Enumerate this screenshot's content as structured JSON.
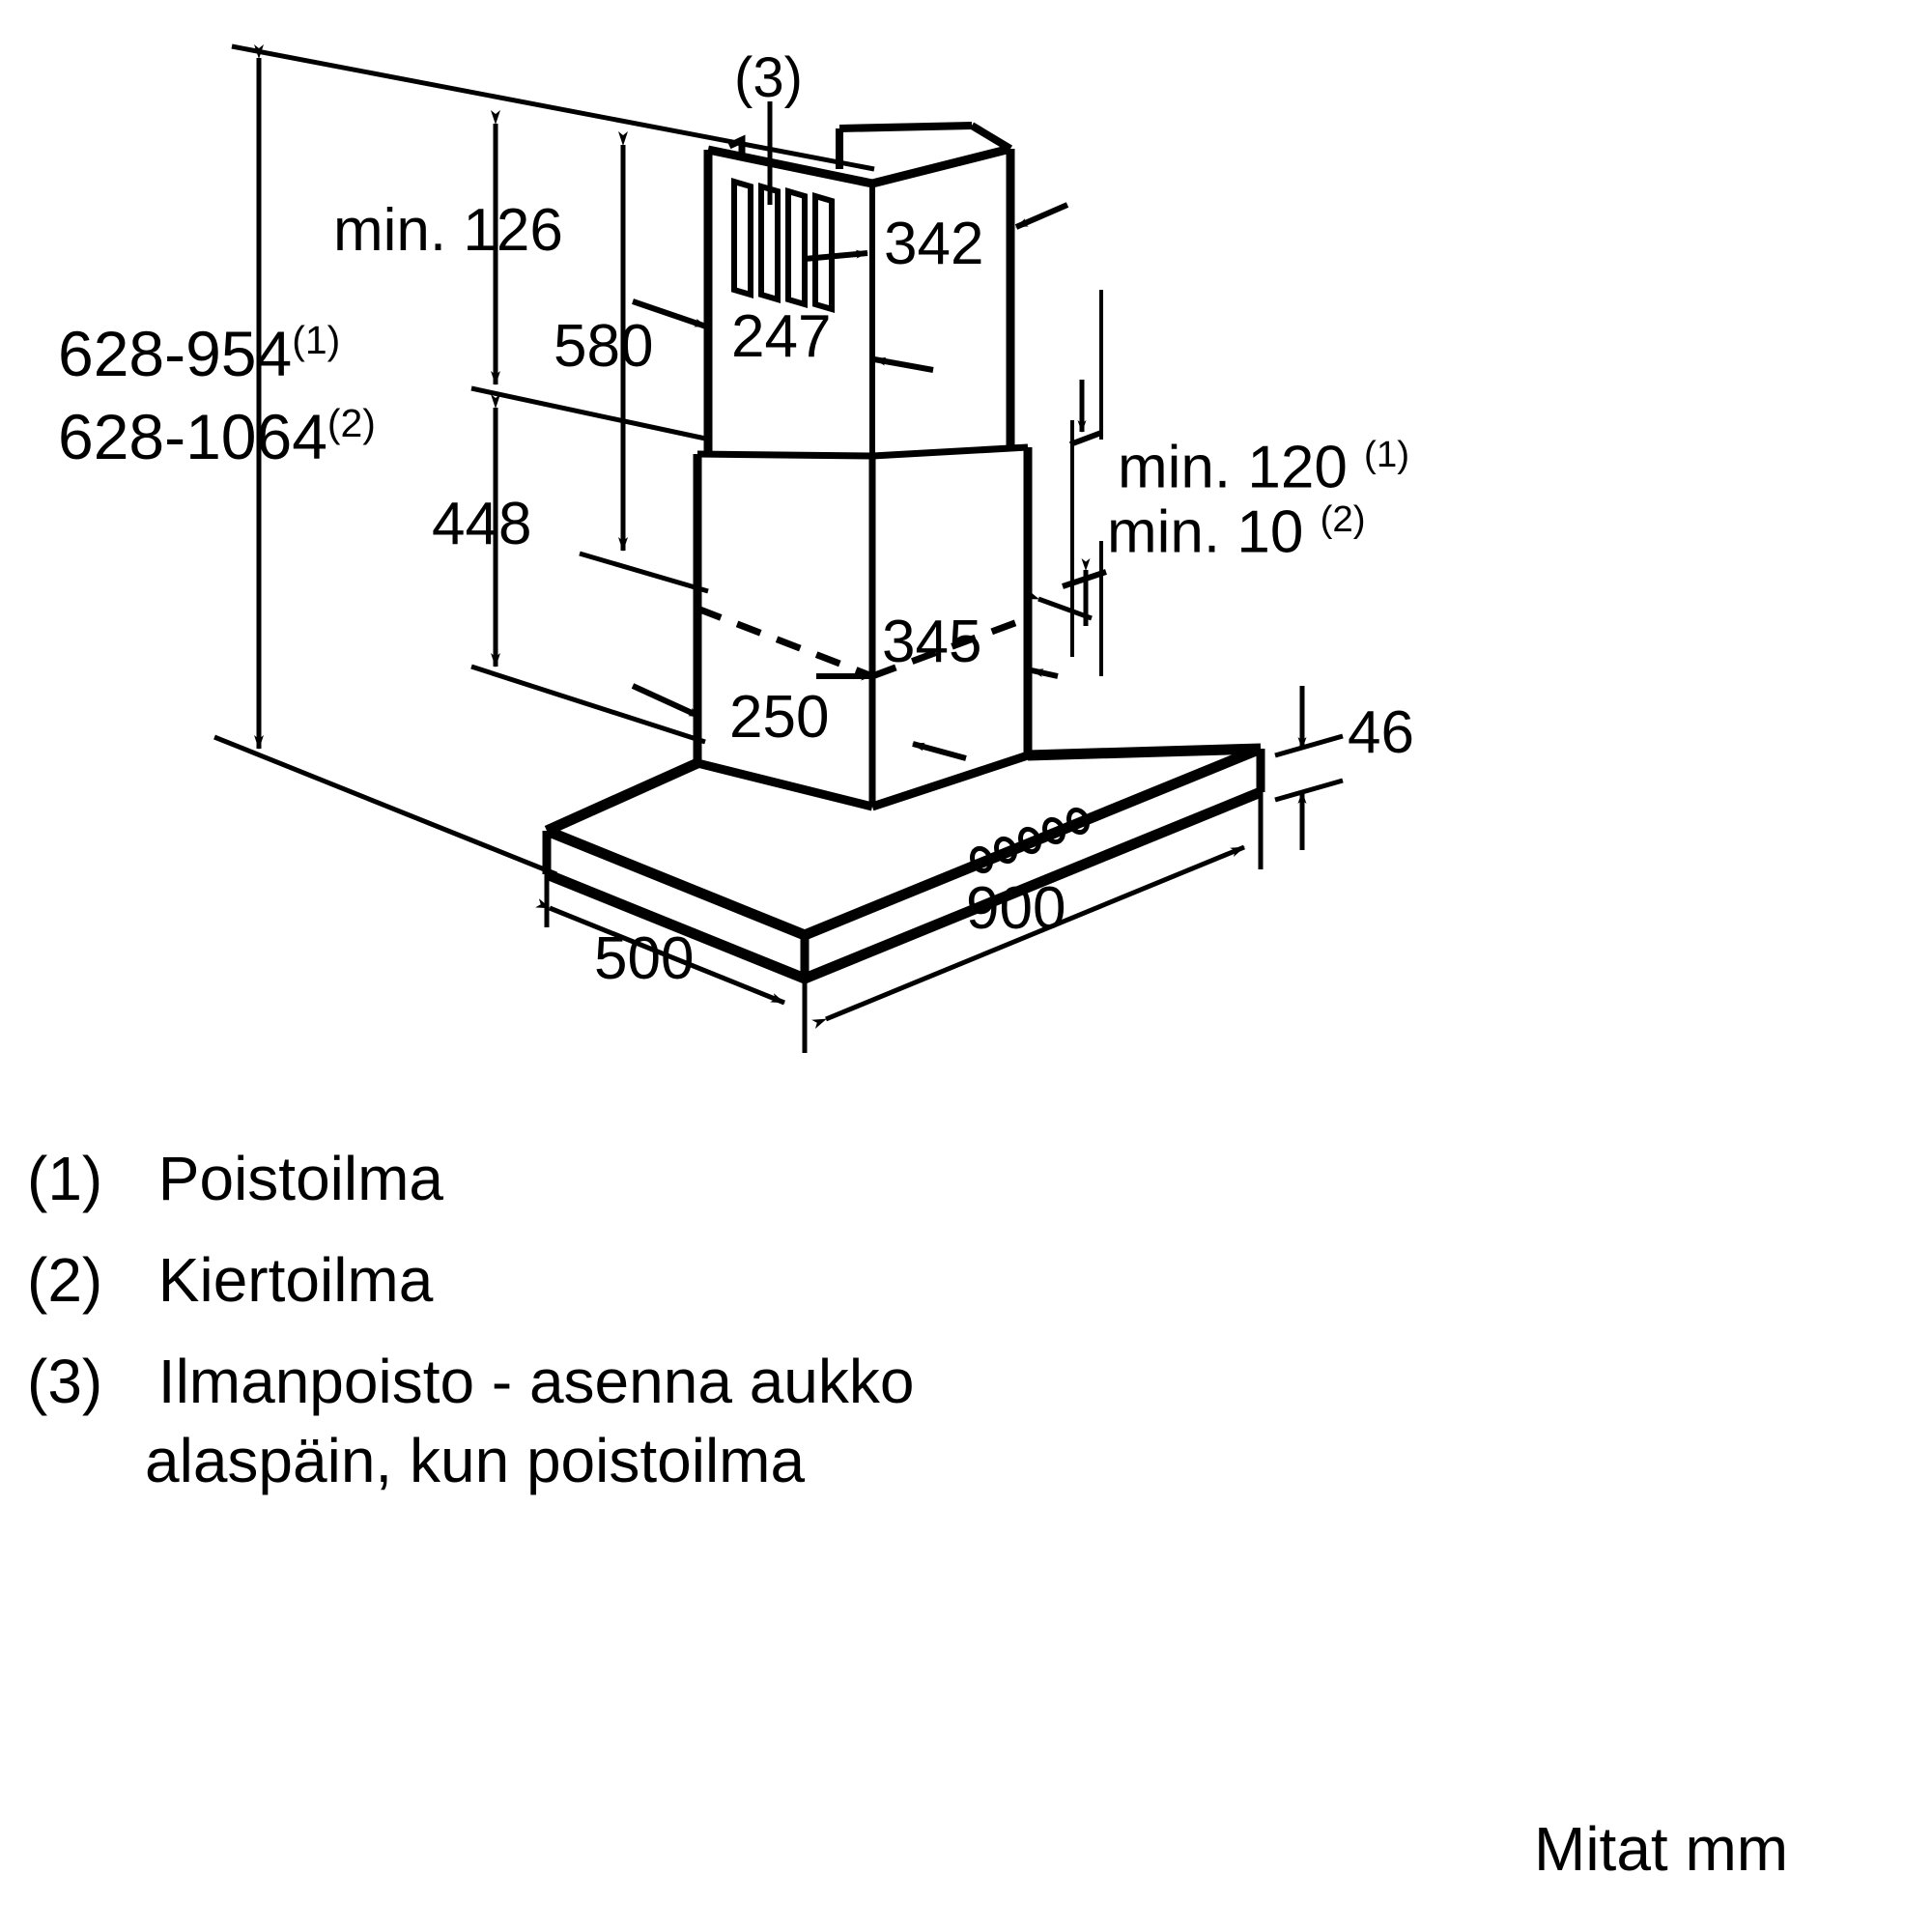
{
  "drawing": {
    "title": "Kitchen chimney cooker hood dimension drawing",
    "units_note": "Mitat mm",
    "dimensions": {
      "height_range_exhaust": "628-954",
      "height_range_exhaust_note": "(1)",
      "height_range_recirc": "628-1064",
      "height_range_recirc_note": "(2)",
      "min_upper": "min. 126",
      "chimney_total": "580",
      "lower_section": "448",
      "chimney_top_depth": "342",
      "chimney_top_width": "247",
      "chimney_bottom_depth": "345",
      "chimney_bottom_width": "250",
      "min_clearance_exhaust": "min. 120",
      "min_clearance_exhaust_note": "(1)",
      "min_clearance_recirc": "min. 10",
      "min_clearance_recirc_note": "(2)",
      "canopy_thickness": "46",
      "canopy_width": "900",
      "canopy_depth": "500",
      "outlet_marker": "(3)"
    },
    "legend": [
      {
        "marker": "(1)",
        "text": "Poistoilma"
      },
      {
        "marker": "(2)",
        "text": "Kiertoilma"
      },
      {
        "marker": "(3)",
        "text": "Ilmanpoisto - asenna aukko"
      },
      {
        "marker": "",
        "text": "alaspäin, kun poistoilma"
      }
    ],
    "colors": {
      "line": "#000000",
      "background": "#ffffff"
    }
  }
}
